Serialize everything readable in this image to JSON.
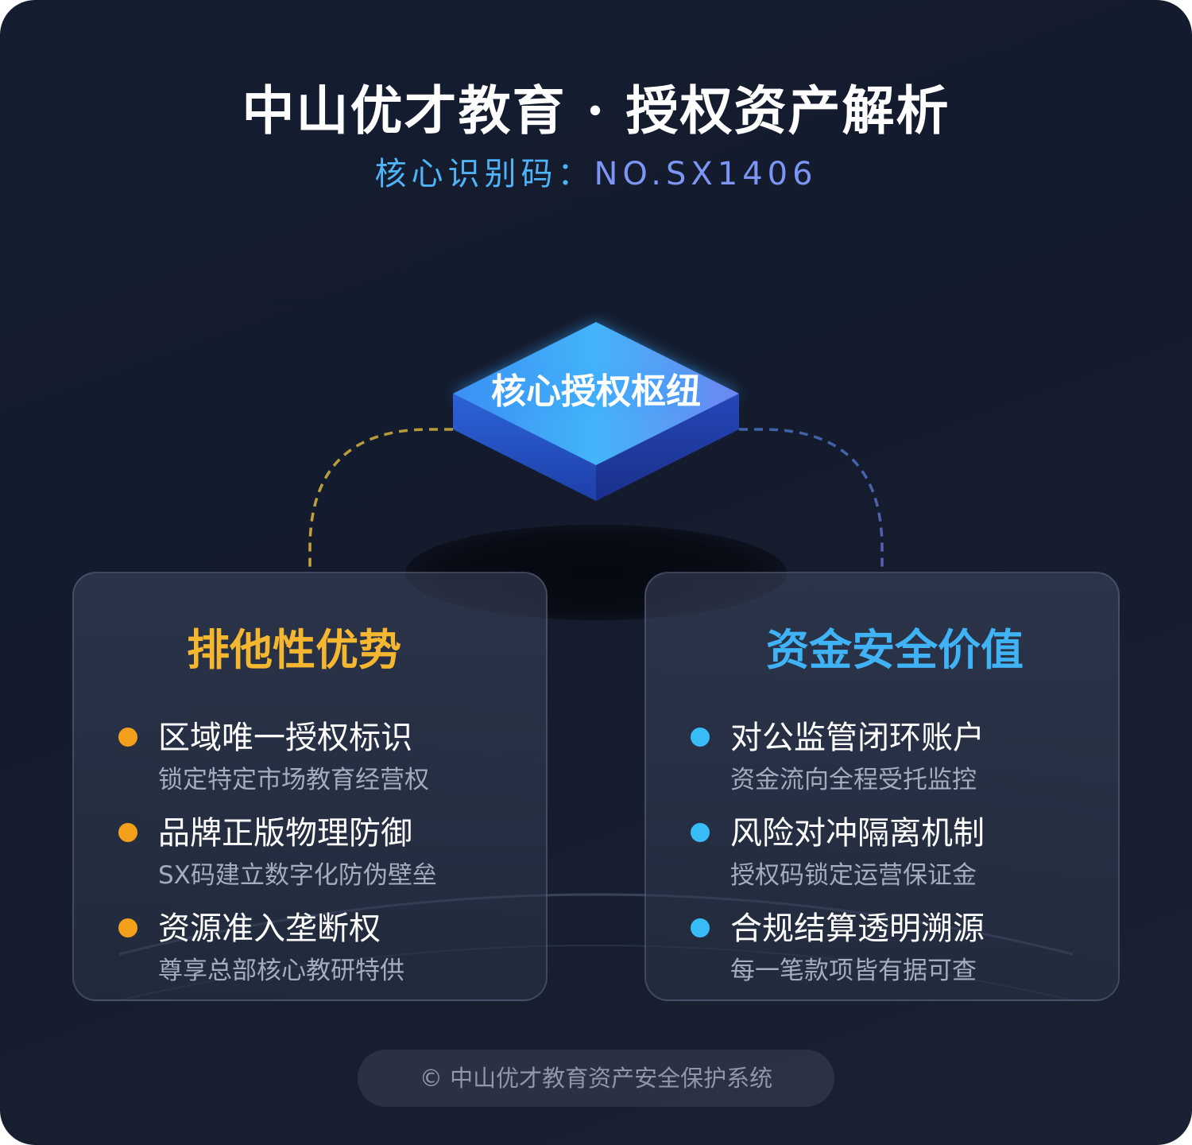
{
  "header": {
    "title": "中山优才教育 · 授权资产解析",
    "subtitle_label": "核心识别码：",
    "subtitle_code": "NO.SX1406"
  },
  "hub": {
    "label": "核心授权枢纽"
  },
  "colors": {
    "left_accent": "#f5b72f",
    "right_accent": "#3fb3f5",
    "left_bullet": "#f5a01b",
    "right_bullet": "#38bdf8"
  },
  "left_card": {
    "title": "排他性优势",
    "items": [
      {
        "title": "区域唯一授权标识",
        "desc": "锁定特定市场教育经营权"
      },
      {
        "title": "品牌正版物理防御",
        "desc": "SX码建立数字化防伪壁垒"
      },
      {
        "title": "资源准入垄断权",
        "desc": "尊享总部核心教研特供"
      }
    ]
  },
  "right_card": {
    "title": "资金安全价值",
    "items": [
      {
        "title": "对公监管闭环账户",
        "desc": "资金流向全程受托监控"
      },
      {
        "title": "风险对冲隔离机制",
        "desc": "授权码锁定运营保证金"
      },
      {
        "title": "合规结算透明溯源",
        "desc": "每一笔款项皆有据可查"
      }
    ]
  },
  "footer": {
    "text": "© 中山优才教育资产安全保护系统"
  }
}
